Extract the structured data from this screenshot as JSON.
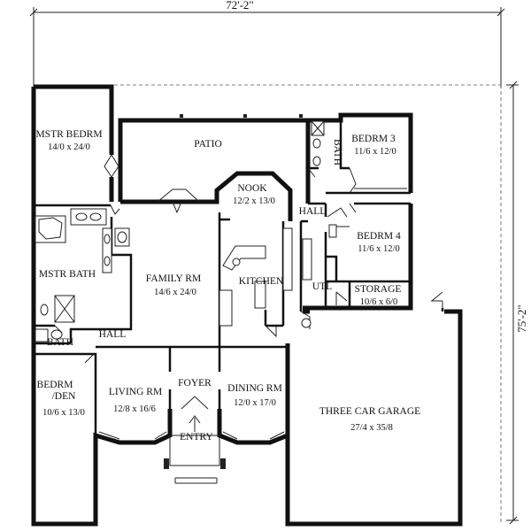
{
  "overall_width": "72'-2\"",
  "overall_depth": "75'-2\"",
  "rooms": {
    "mstr_bedrm": {
      "name": "MSTR BEDRM",
      "size": "14/0 x 24/0"
    },
    "patio": {
      "name": "PATIO"
    },
    "bath_upper": {
      "name": "BATH"
    },
    "bedrm3": {
      "name": "BEDRM 3",
      "size": "11/6 x 12/0"
    },
    "nook": {
      "name": "NOOK",
      "size": "12/2 x 13/0"
    },
    "hall_right": {
      "name": "HALL"
    },
    "bedrm4": {
      "name": "BEDRM 4",
      "size": "11/6 x 12/0"
    },
    "mstr_bath": {
      "name": "MSTR BATH"
    },
    "family_rm": {
      "name": "FAMILY RM",
      "size": "14/6 x 24/0"
    },
    "kitchen": {
      "name": "KITCHEN"
    },
    "utl": {
      "name": "UTL"
    },
    "storage": {
      "name": "STORAGE",
      "size": "10/6 x 6/0"
    },
    "bath_lower": {
      "name": "BATH"
    },
    "hall_left": {
      "name": "HALL"
    },
    "bedrm_den": {
      "name_line1": "BEDRM",
      "name_line2": "/DEN",
      "size": "10/6 x 13/0"
    },
    "living_rm": {
      "name": "LIVING RM",
      "size": "12/8 x 16/6"
    },
    "foyer": {
      "name": "FOYER"
    },
    "dining_rm": {
      "name": "DINING RM",
      "size": "12/0 x 17/0"
    },
    "garage": {
      "name": "THREE CAR GARAGE",
      "size": "27/4 x 35/8"
    },
    "entry": {
      "name": "ENTRY"
    }
  }
}
